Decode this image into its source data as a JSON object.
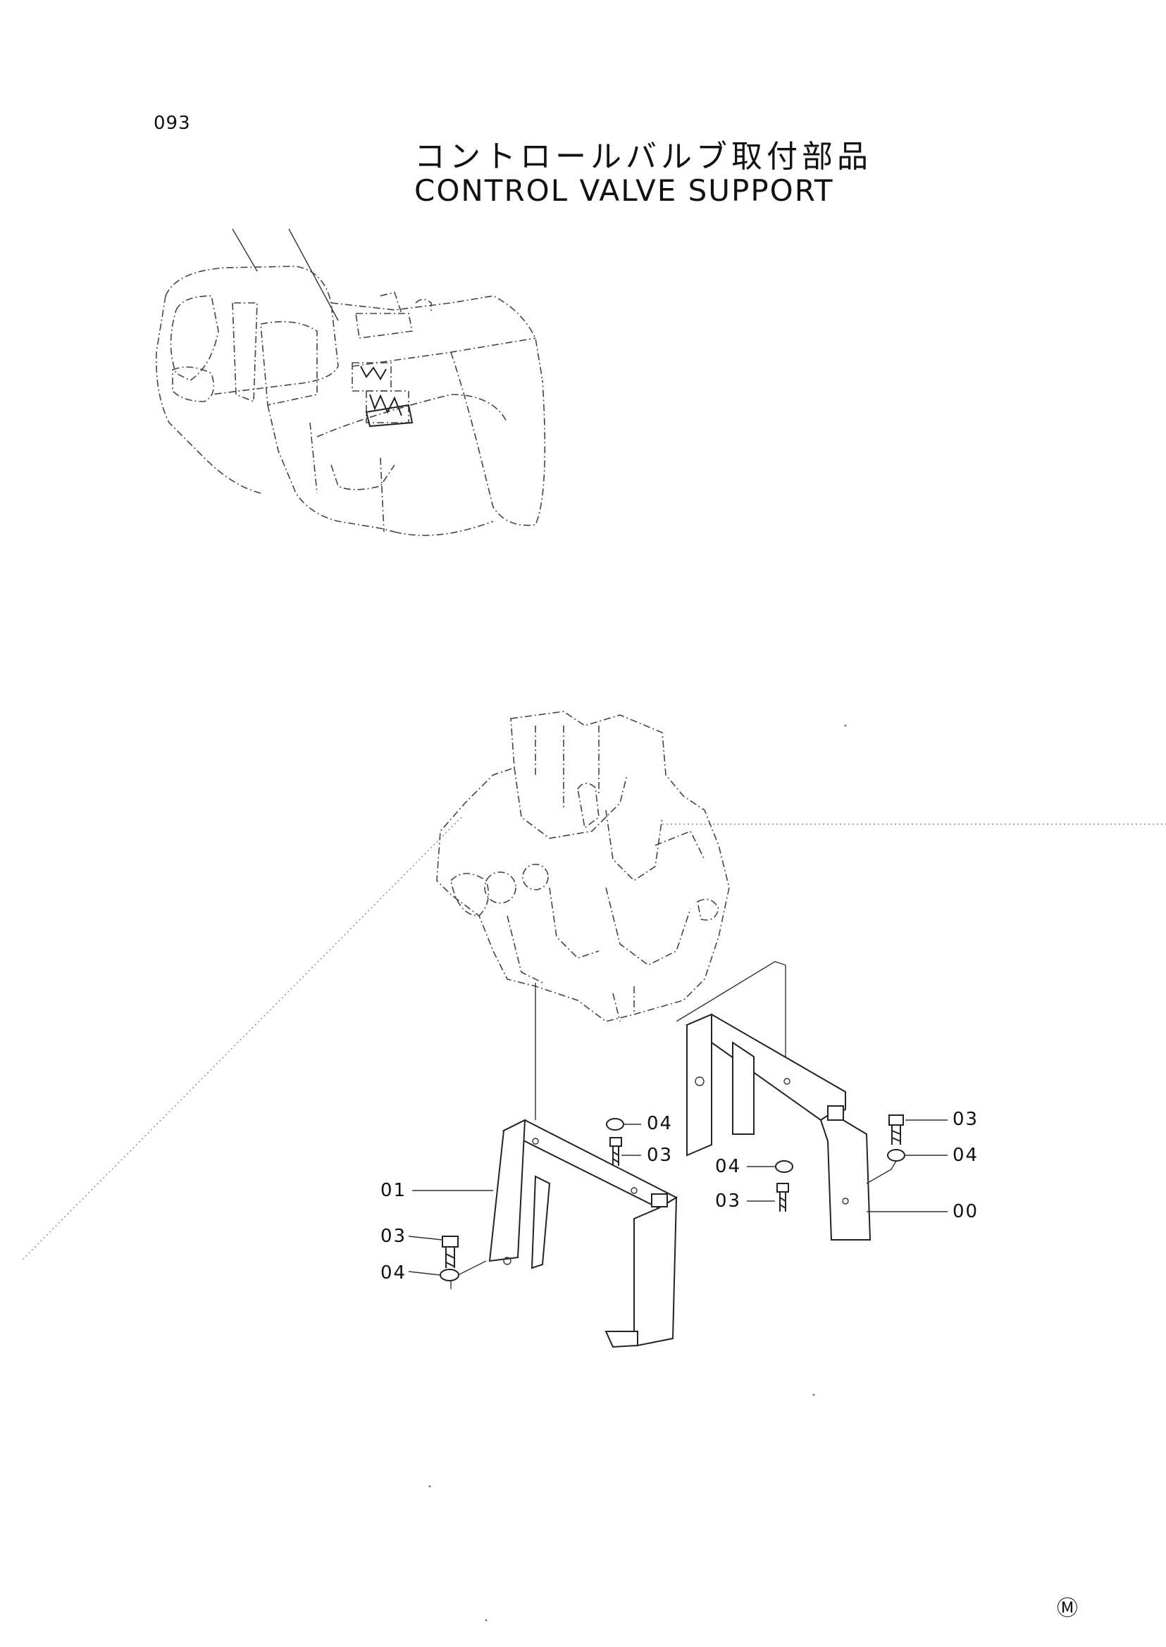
{
  "page": {
    "number": "093",
    "corner_mark": "Ⓜ"
  },
  "title": {
    "japanese": "コントロールバルブ取付部品",
    "english": "CONTROL VALVE SUPPORT"
  },
  "callouts": {
    "c04a": "04",
    "c03a": "03",
    "c01": "01",
    "c03b": "03",
    "c04b": "04",
    "c04c": "04",
    "c03c": "03",
    "c03d": "03",
    "c04d": "04",
    "c00": "00"
  }
}
